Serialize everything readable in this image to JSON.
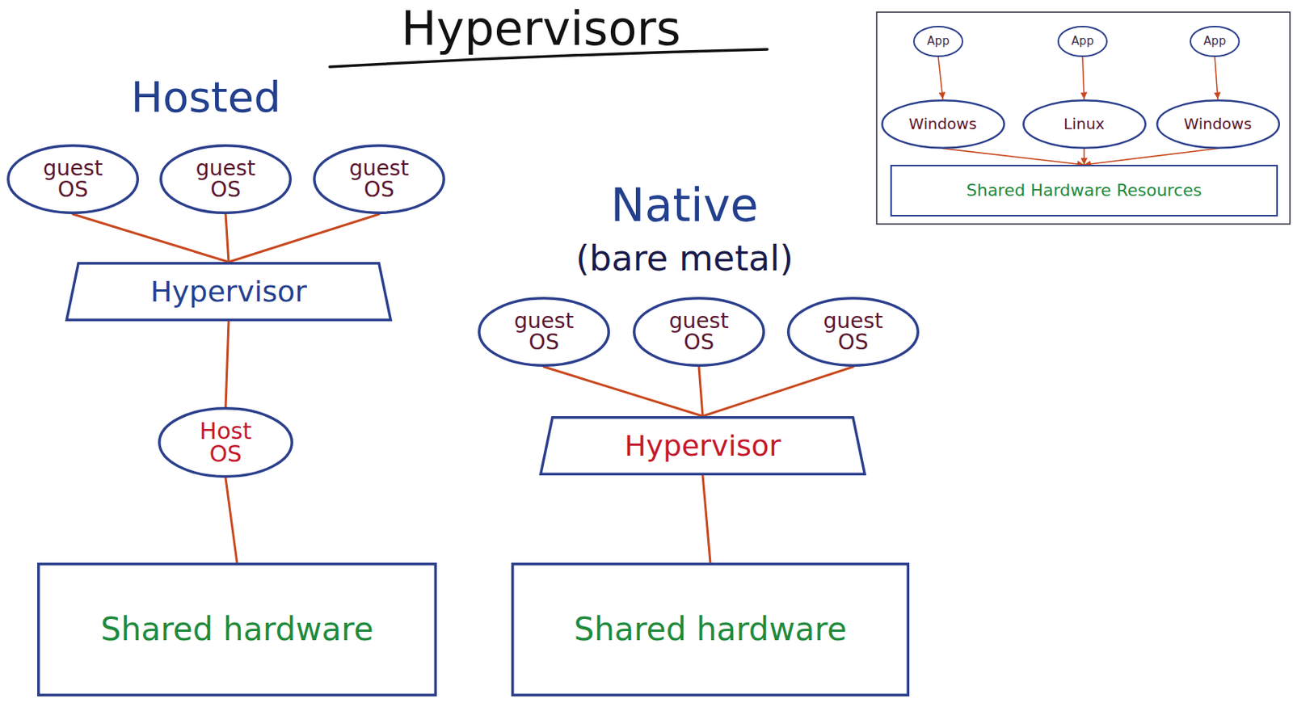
{
  "diagram": {
    "title": "Hypervisors",
    "nodes": [
      {
        "text": [
          "guest OS"
        ]
      },
      {
        "text": [
          "guest OS"
        ]
      },
      {
        "text": [
          "guest OS"
        ]
      },
      {
        "text": [
          "Hypervisor"
        ]
      },
      {
        "text": [
          "Host OS"
        ]
      },
      {
        "text": [
          "Shared hardware"
        ]
      },
      {
        "text": [
          "guest OS"
        ]
      },
      {
        "text": [
          "guest OS"
        ]
      },
      {
        "text": [
          "guest OS"
        ]
      },
      {
        "text": [
          "Hypervisor"
        ]
      },
      {
        "text": [
          "Shared hardware"
        ]
      },
      {
        "text": [
          "App"
        ]
      },
      {
        "text": [
          "App"
        ]
      },
      {
        "text": [
          "App"
        ]
      },
      {
        "text": [
          "Windows"
        ]
      },
      {
        "text": [
          "Linux"
        ]
      },
      {
        "text": [
          "Windows"
        ]
      },
      {
        "text": [
          "Shared Hardware Resources"
        ]
      }
    ],
    "edges": [
      {
        "from": 0,
        "to": 3,
        "arrow": "none"
      },
      {
        "from": 1,
        "to": 3,
        "arrow": "none"
      },
      {
        "from": 2,
        "to": 3,
        "arrow": "none"
      },
      {
        "from": 3,
        "to": 4,
        "arrow": "none"
      },
      {
        "from": 4,
        "to": 5,
        "arrow": "none"
      },
      {
        "from": 6,
        "to": 9,
        "arrow": "none"
      },
      {
        "from": 7,
        "to": 9,
        "arrow": "none"
      },
      {
        "from": 8,
        "to": 9,
        "arrow": "none"
      },
      {
        "from": 9,
        "to": 10,
        "arrow": "none"
      },
      {
        "from": 11,
        "to": 14,
        "arrow": "to"
      },
      {
        "from": 12,
        "to": 15,
        "arrow": "to"
      },
      {
        "from": 13,
        "to": 16,
        "arrow": "to"
      },
      {
        "from": 14,
        "to": 17,
        "arrow": "to"
      },
      {
        "from": 15,
        "to": 17,
        "arrow": "to"
      },
      {
        "from": 16,
        "to": 17,
        "arrow": "to"
      }
    ],
    "labels": [
      "Hosted",
      "Native",
      "(bare metal)"
    ]
  }
}
